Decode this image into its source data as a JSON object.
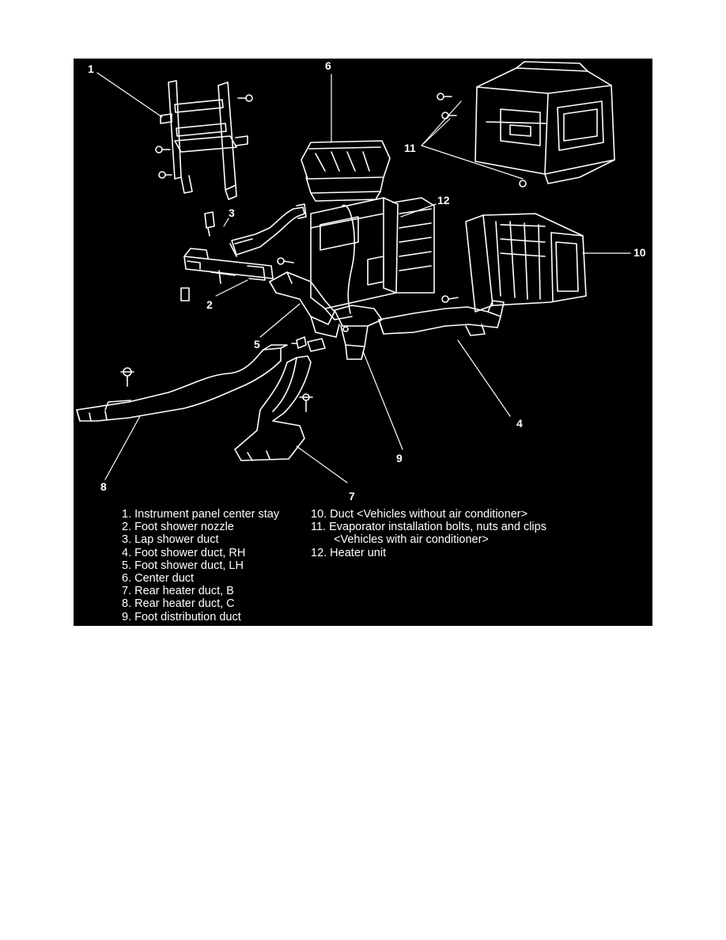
{
  "callouts": {
    "c1": "1",
    "c2": "2",
    "c3": "3",
    "c4": "4",
    "c5": "5",
    "c6": "6",
    "c7": "7",
    "c8": "8",
    "c9": "9",
    "c10": "10",
    "c11": "11",
    "c12": "12"
  },
  "legend": {
    "left": [
      "1. Instrument panel center stay",
      "2. Foot shower nozzle",
      "3. Lap shower duct",
      "4. Foot shower duct, RH",
      "5. Foot shower duct, LH",
      "6. Center duct",
      "7. Rear heater duct, B",
      "8. Rear heater duct, C",
      "9. Foot distribution duct"
    ],
    "right": [
      "10. Duct <Vehicles without air conditioner>",
      "11. Evaporator installation bolts, nuts and clips",
      "<Vehicles with air conditioner>",
      "12. Heater unit"
    ]
  },
  "colors": {
    "background": "#000000",
    "lines": "#ffffff"
  }
}
